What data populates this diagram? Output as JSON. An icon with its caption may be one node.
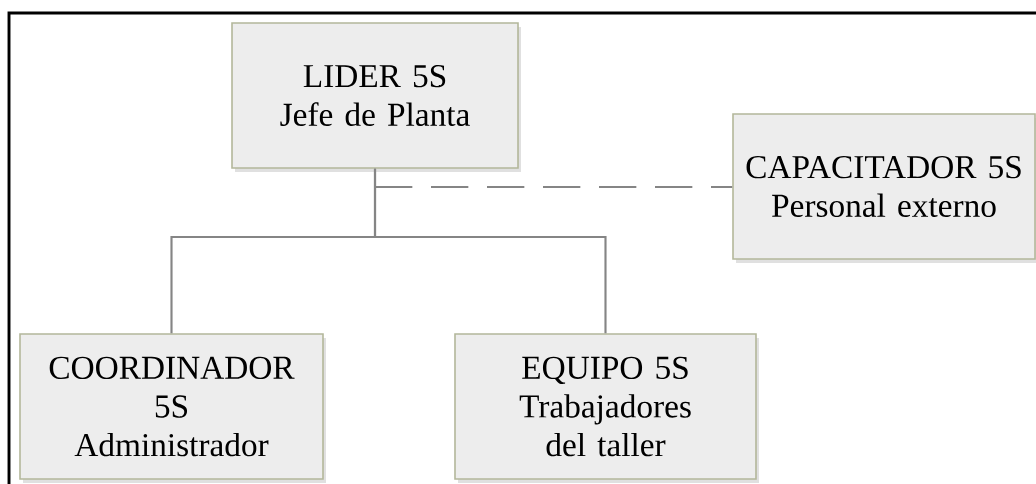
{
  "diagram": {
    "nodes": [
      {
        "text": [
          "LIDER 5S",
          "Jefe de Planta"
        ]
      },
      {
        "text": [
          "COORDINADOR 5S",
          "Administrador"
        ]
      },
      {
        "text": [
          "CAPACITADOR 5S",
          "Personal externo"
        ]
      },
      {
        "text": [
          "EQUIPO 5S",
          "Trabajadores del taller"
        ]
      }
    ],
    "edges": [
      {
        "from": 0,
        "to": 1,
        "arrow": "none"
      },
      {
        "from": 0,
        "to": 3,
        "arrow": "none"
      },
      {
        "from": 0,
        "to": 2,
        "arrow": "none",
        "style": "dashed"
      }
    ]
  }
}
